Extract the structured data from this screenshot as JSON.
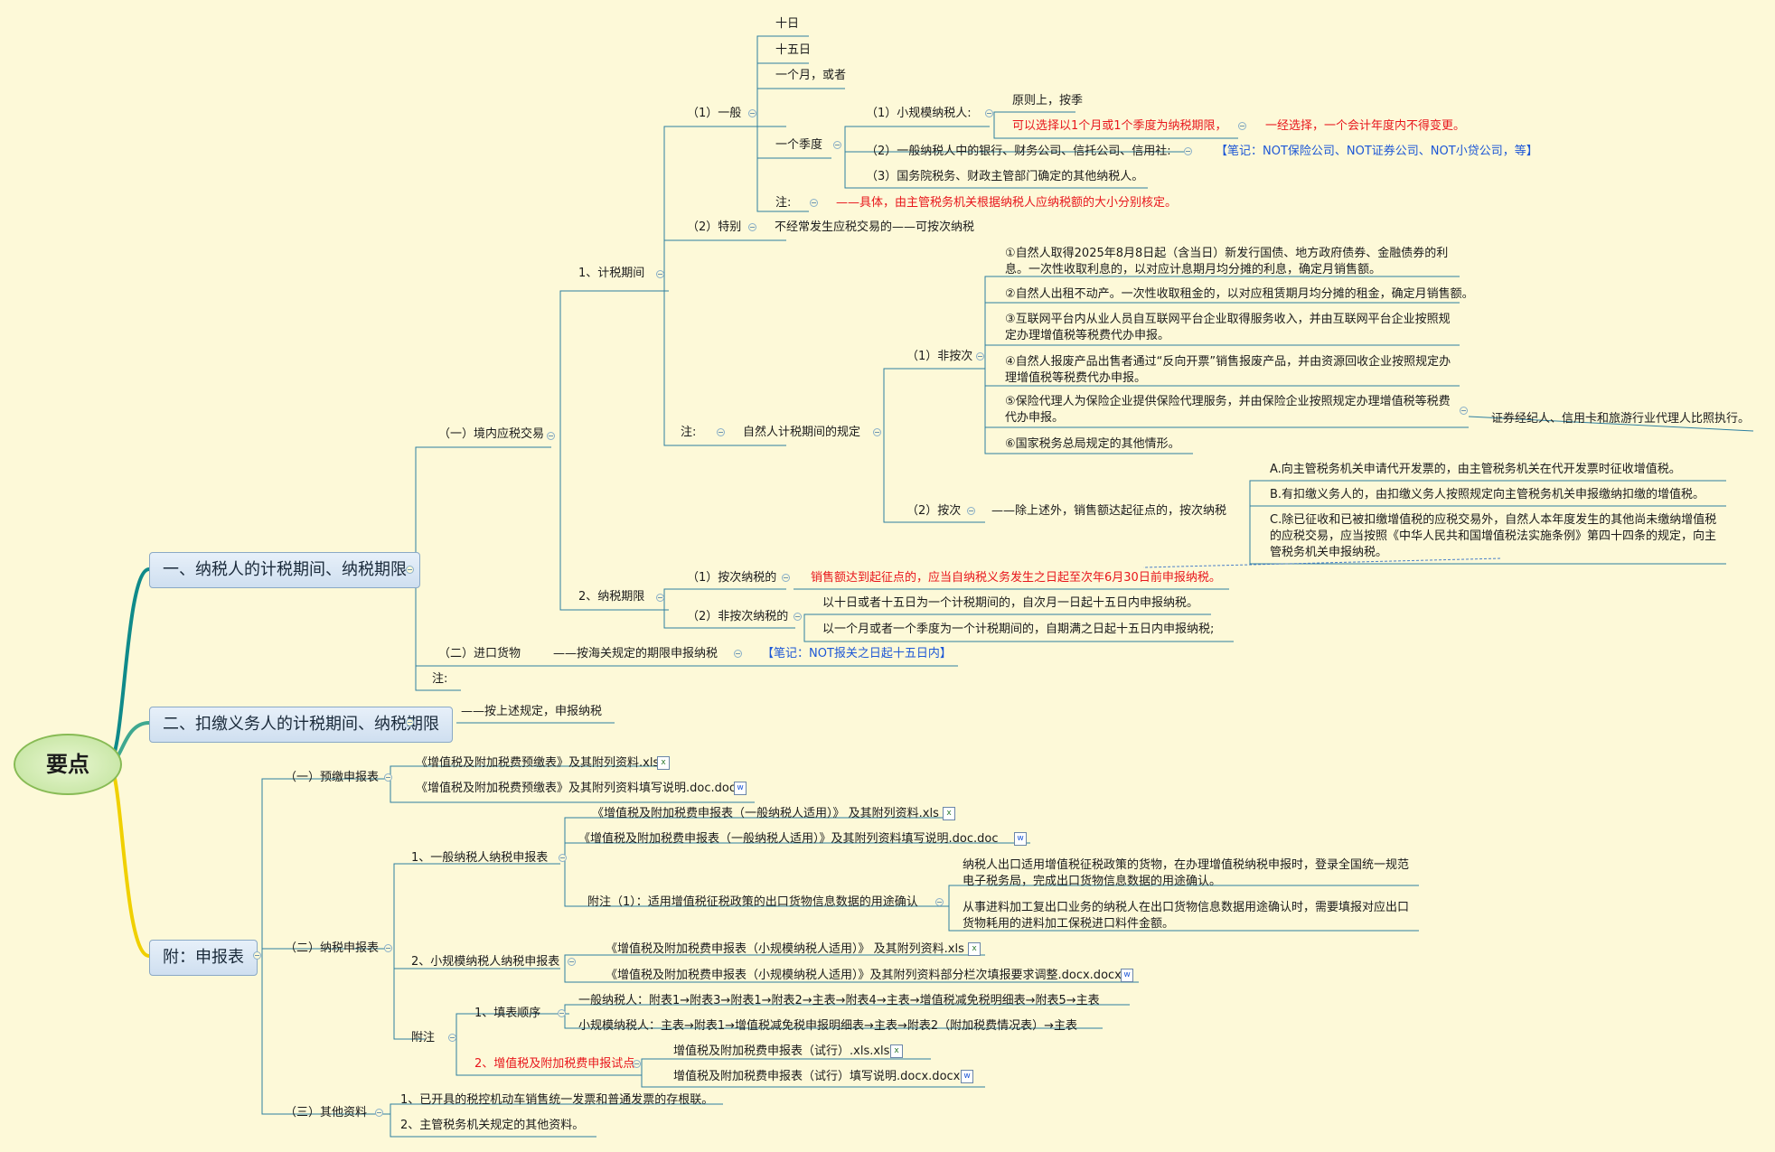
{
  "root": "要点",
  "main": [
    "一、纳税人的计税期间、纳税期限",
    "二、扣缴义务人的计税期间、纳税期限",
    "附：申报表"
  ],
  "n": {
    "a1": "（一）境内应税交易",
    "a2": "（二）进口货物",
    "a2b": "——按海关规定的期限申报纳税",
    "a2c": "【笔记：NOT报关之日起十五日内】",
    "a3": "注:",
    "b1": "1、计税期间",
    "b2": "2、纳税期限",
    "c1": "（1）一般",
    "c2": "（2）特别",
    "c2b": "不经常发生应税交易的——可按次纳税",
    "c3": "注:",
    "c3b": "自然人计税期间的规定",
    "d1": "十日",
    "d2": "十五日",
    "d3": "一个月，或者",
    "d4": "一个季度",
    "d5": "注:",
    "d5b": "——具体，由主管税务机关根据纳税人应纳税额的大小分别核定。",
    "e1": "（1）小规模纳税人:",
    "e1a": "原则上，按季",
    "e1b": "可以选择以1个月或1个季度为纳税期限，",
    "e1c": "一经选择，一个会计年度内不得变更。",
    "e2": "（2）一般纳税人中的银行、财务公司、信托公司、信用社:",
    "e2b": "【笔记：NOT保险公司、NOT证券公司、NOT小贷公司，等】",
    "e3": "（3）国务院税务、财政主管部门确定的其他纳税人。",
    "f1": "（1）非按次",
    "f2": "（2）按次",
    "f2b": "——除上述外，销售额达起征点的，按次纳税",
    "g1": "①自然人取得2025年8月8日起（含当日）新发行国债、地方政府债券、金融债券的利息。一次性收取利息的，以对应计息期月均分摊的利息，确定月销售额。",
    "g2": "②自然人出租不动产。一次性收取租金的，以对应租赁期月均分摊的租金，确定月销售额。",
    "g3": "③互联网平台内从业人员自互联网平台企业取得服务收入，并由互联网平台企业按照规定办理增值税等税费代办申报。",
    "g4": "④自然人报废产品出售者通过“反向开票”销售报废产品，并由资源回收企业按照规定办理增值税等税费代办申报。",
    "g5": "⑤保险代理人为保险企业提供保险代理服务，并由保险企业按照规定办理增值税等税费代办申报。",
    "g5b": "证券经纪人、信用卡和旅游行业代理人比照执行。",
    "g6": "⑥国家税务总局规定的其他情形。",
    "h1": "A.向主管税务机关申请代开发票的，由主管税务机关在代开发票时征收增值税。",
    "h2": "B.有扣缴义务人的，由扣缴义务人按照规定向主管税务机关申报缴纳扣缴的增值税。",
    "h3": "C.除已征收和已被扣缴增值税的应税交易外，自然人本年度发生的其他尚未缴纳增值税的应税交易，应当按照《中华人民共和国增值税法实施条例》第四十四条的规定，向主管税务机关申报纳税。",
    "i1": "（1）按次纳税的",
    "i1b": "销售额达到起征点的，应当自纳税义务发生之日起至次年6月30日前申报纳税。",
    "i2": "（2）非按次纳税的",
    "i2a": "以十日或者十五日为一个计税期间的，自次月一日起十五日内申报纳税。",
    "i2b": "以一个月或者一个季度为一个计税期间的，自期满之日起十五日内申报纳税;",
    "m2b": "——按上述规定，申报纳税",
    "p1": "（一）预缴申报表",
    "p1a": "《增值税及附加税费预缴表》及其附列资料.xls",
    "p1b": "《增值税及附加税费预缴表》及其附列资料填写说明.doc.doc",
    "p2": "（二）纳税申报表",
    "p3": "（三）其他资料",
    "p3a": "1、已开具的税控机动车销售统一发票和普通发票的存根联。",
    "p3b": "2、主管税务机关规定的其他资料。",
    "q1": "1、一般纳税人纳税申报表",
    "q1a": "《增值税及附加税费申报表（一般纳税人适用）》 及其附列资料.xls",
    "q1b": "《增值税及附加税费申报表（一般纳税人适用）》及其附列资料填写说明.doc.doc",
    "q1c": "附注（1）：适用增值税征税政策的出口货物信息数据的用途确认",
    "q1c1": "纳税人出口适用增值税征税政策的货物，在办理增值税纳税申报时，登录全国统一规范电子税务局，完成出口货物信息数据的用途确认。",
    "q1c2": "从事进料加工复出口业务的纳税人在出口货物信息数据用途确认时，需要填报对应出口货物耗用的进料加工保税进口料件金额。",
    "q2": "2、小规模纳税人纳税申报表",
    "q2a": "《增值税及附加税费申报表（小规模纳税人适用）》 及其附列资料.xls",
    "q2b": "《增值税及附加税费申报表（小规模纳税人适用）》及其附列资料部分栏次填报要求调整.docx.docx",
    "q3": "附注",
    "r1": "1、填表顺序",
    "r1a": "一般纳税人：附表1→附表3→附表1→附表2→主表→附表4→主表→增值税减免税明细表→附表5→主表",
    "r1b": "小规模纳税人：主表→附表1→增值税减免税申报明细表→主表→附表2（附加税费情况表）→主表",
    "r2": "2、增值税及附加税费申报试点",
    "r2a": "增值税及附加税费申报表（试行）.xls.xls",
    "r2b": "增值税及附加税费申报表（试行）填写说明.docx.docx"
  },
  "colors": {
    "red": "#e8161c",
    "blue": "#1d57d6",
    "line": "#2d7fa0",
    "teal": "#0f8a8a",
    "yellow": "#f0d000"
  }
}
